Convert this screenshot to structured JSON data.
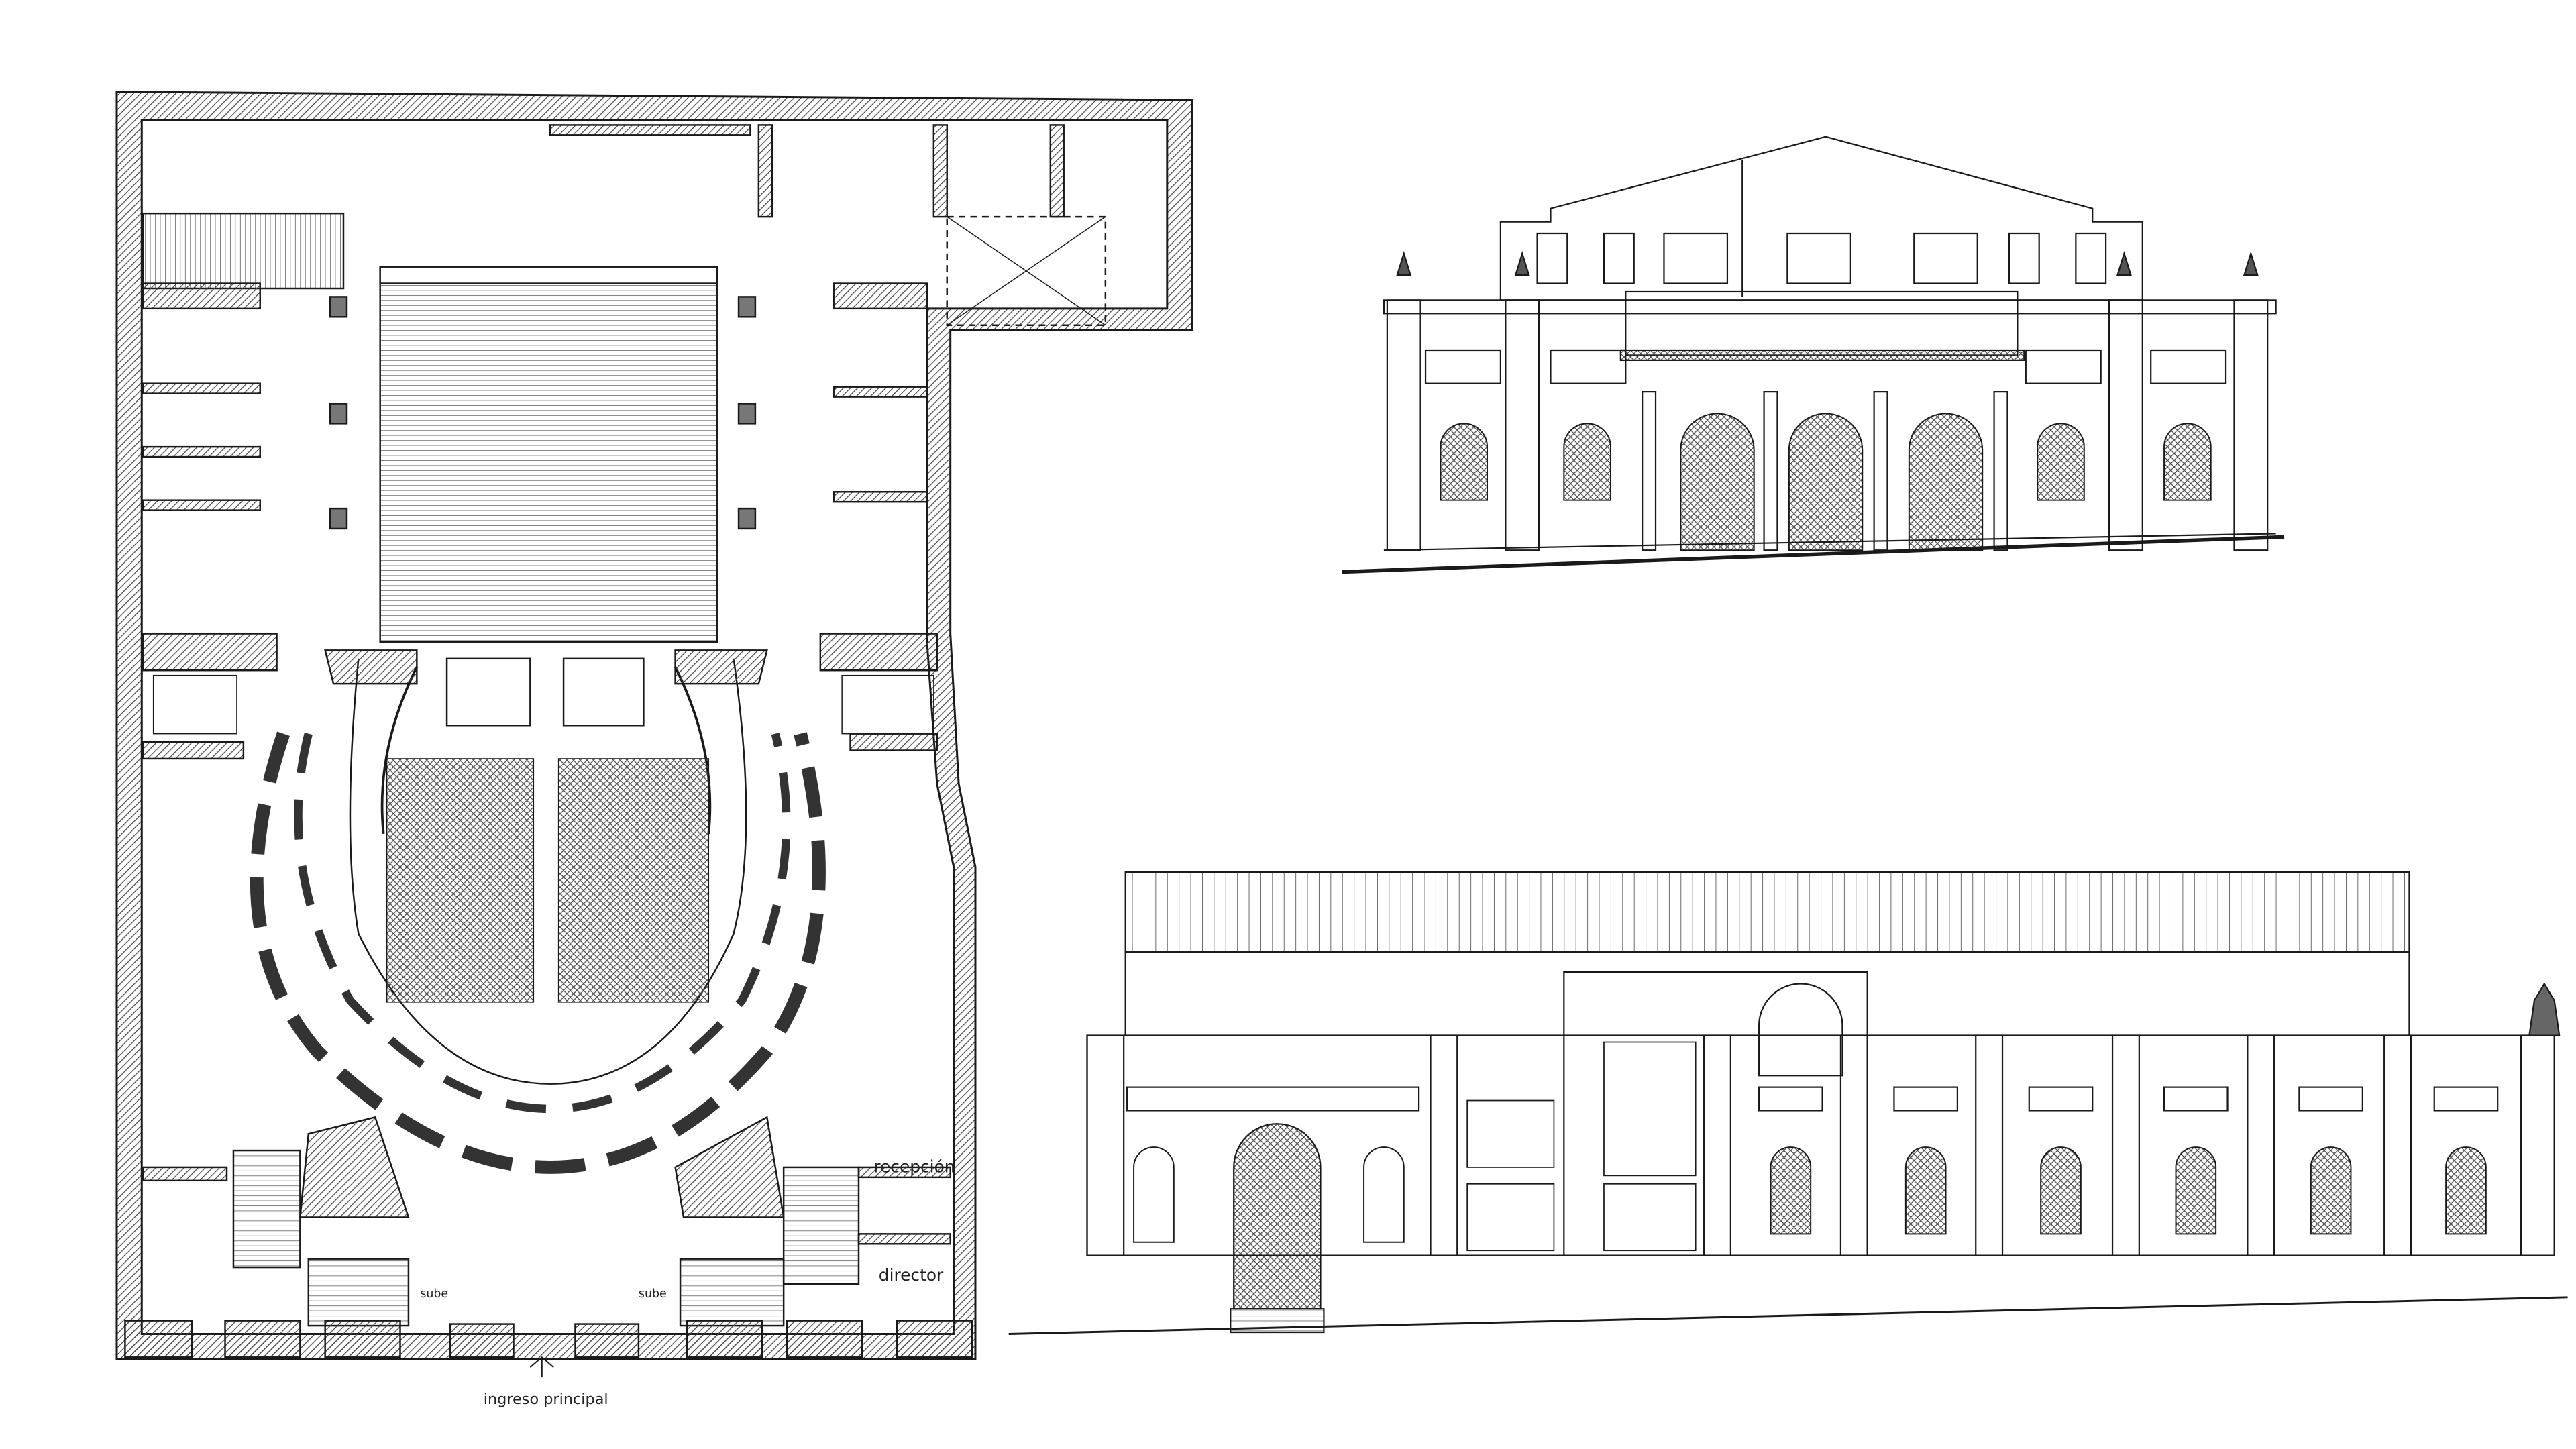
{
  "labels": {
    "recepcion": "recepción",
    "director": "director",
    "sube_left": "sube",
    "sube_right": "sube",
    "ingreso": "ingreso principal"
  },
  "colors": {
    "line": "#1a1a1a",
    "wall_fill": "#9a9a9a",
    "background": "#ffffff"
  }
}
